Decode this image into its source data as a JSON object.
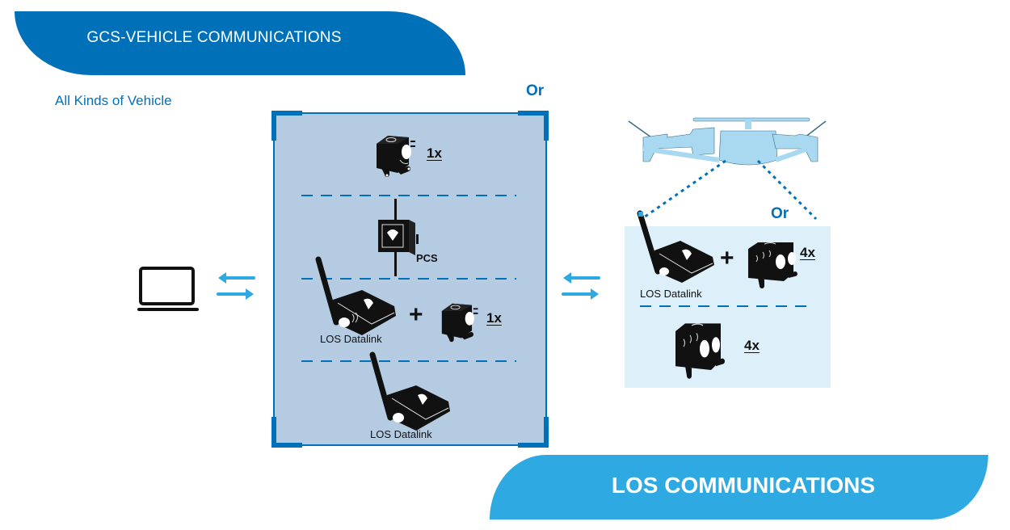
{
  "header": {
    "title": "GCS-VEHICLE COMMUNICATIONS",
    "subtitle": "All Kinds of Vehicle"
  },
  "footer": {
    "title": "LOS COMMUNICATIONS"
  },
  "colors": {
    "primary_blue": "#0071b9",
    "light_blue": "#2fa9e1",
    "box_fill": "#b4cbe2",
    "panel_fill": "#ddf0fa",
    "drone_fill": "#a9d9f1"
  },
  "ground_station": {
    "icon": "laptop-icon",
    "link_icon": "bidirectional-arrows-icon"
  },
  "gcs_options": {
    "or_label": "Or",
    "options": [
      {
        "device": "camera-module-icon",
        "quantity": "1x"
      },
      {
        "device": "pcs-unit-icon",
        "label": "PCS"
      },
      {
        "device": "los-datalink-icon",
        "label": "LOS Datalink",
        "plus": "+",
        "extra_device": "camera-module-icon",
        "quantity": "1x"
      },
      {
        "device": "los-datalink-icon",
        "label": "LOS Datalink"
      }
    ]
  },
  "vehicle_link": {
    "link_icon": "bidirectional-arrows-icon",
    "vehicle_icon": "drone-icon"
  },
  "vehicle_options": {
    "or_label": "Or",
    "options": [
      {
        "device": "los-datalink-icon",
        "label": "LOS Datalink",
        "plus": "+",
        "extra_device": "quad-camera-module-icon",
        "quantity": "4x"
      },
      {
        "device": "quad-camera-module-icon",
        "quantity": "4x"
      }
    ]
  }
}
